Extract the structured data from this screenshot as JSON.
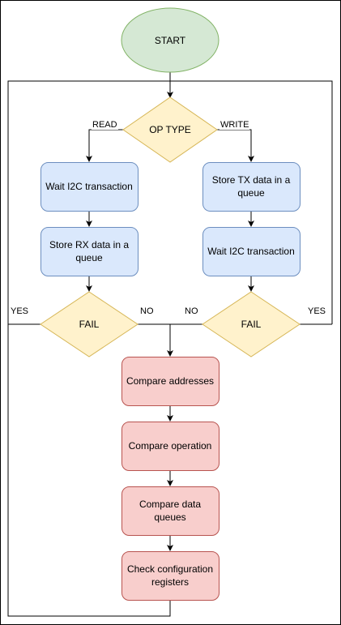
{
  "colors": {
    "start_fill": "#d5e8d4",
    "start_stroke": "#82b366",
    "decision_fill": "#fff2cc",
    "decision_stroke": "#d6b656",
    "process_fill": "#dae8fc",
    "process_stroke": "#6c8ebf",
    "compare_fill": "#f8cecc",
    "compare_stroke": "#b85450",
    "line": "#000000"
  },
  "nodes": {
    "start": "START",
    "op_type": "OP TYPE",
    "wait_i2c_left": "Wait I2C transaction",
    "store_rx": "Store RX data in a queue",
    "fail_left": "FAIL",
    "store_tx": "Store TX data in a queue",
    "wait_i2c_right": "Wait I2C transaction",
    "fail_right": "FAIL",
    "compare_addresses": "Compare addresses",
    "compare_operation": "Compare operation",
    "compare_data": "Compare data queues",
    "check_config": "Check configuration registers"
  },
  "edges": {
    "read": "READ",
    "write": "WRITE",
    "yes_left": "YES",
    "no_left": "NO",
    "no_right": "NO",
    "yes_right": "YES"
  }
}
